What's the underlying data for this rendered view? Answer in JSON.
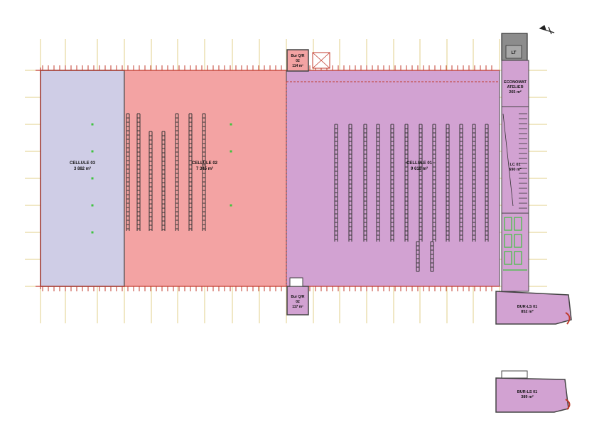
{
  "plan": {
    "cells": [
      {
        "id": "c3",
        "name": "CELLULE 03",
        "area": "3 882 m²",
        "color": "#cfcde6"
      },
      {
        "id": "c2",
        "name": "CELLULE 02",
        "area": "7 345 m²",
        "color": "#f3a3a3"
      },
      {
        "id": "c1",
        "name": "CELLULE 01",
        "area": "9 618 m²",
        "color": "#d2a2d2"
      }
    ],
    "rooms": {
      "lt": {
        "name": "LT"
      },
      "economat": {
        "line1": "ECONOMAT",
        "line2": "ATELIER",
        "area": "265 m²"
      },
      "lc01": {
        "name": "LC 01",
        "area": "690 m²"
      },
      "bur_top": {
        "line1": "Bur Q/R",
        "line2": "02",
        "area": "114 m²"
      },
      "bur_bottom": {
        "line1": "Bur Q/R",
        "line2": "02",
        "area": "117 m²"
      },
      "burls_ground": {
        "name": "BUR-LS 01",
        "area": "852 m²"
      },
      "burls_upper": {
        "name": "BUR-LS 01",
        "area": "389 m²"
      }
    },
    "colors": {
      "grid": "#e2cf8a",
      "wall": "#c0392b",
      "rack": "#333333",
      "border": "#444444",
      "green": "#3ec43e"
    }
  }
}
